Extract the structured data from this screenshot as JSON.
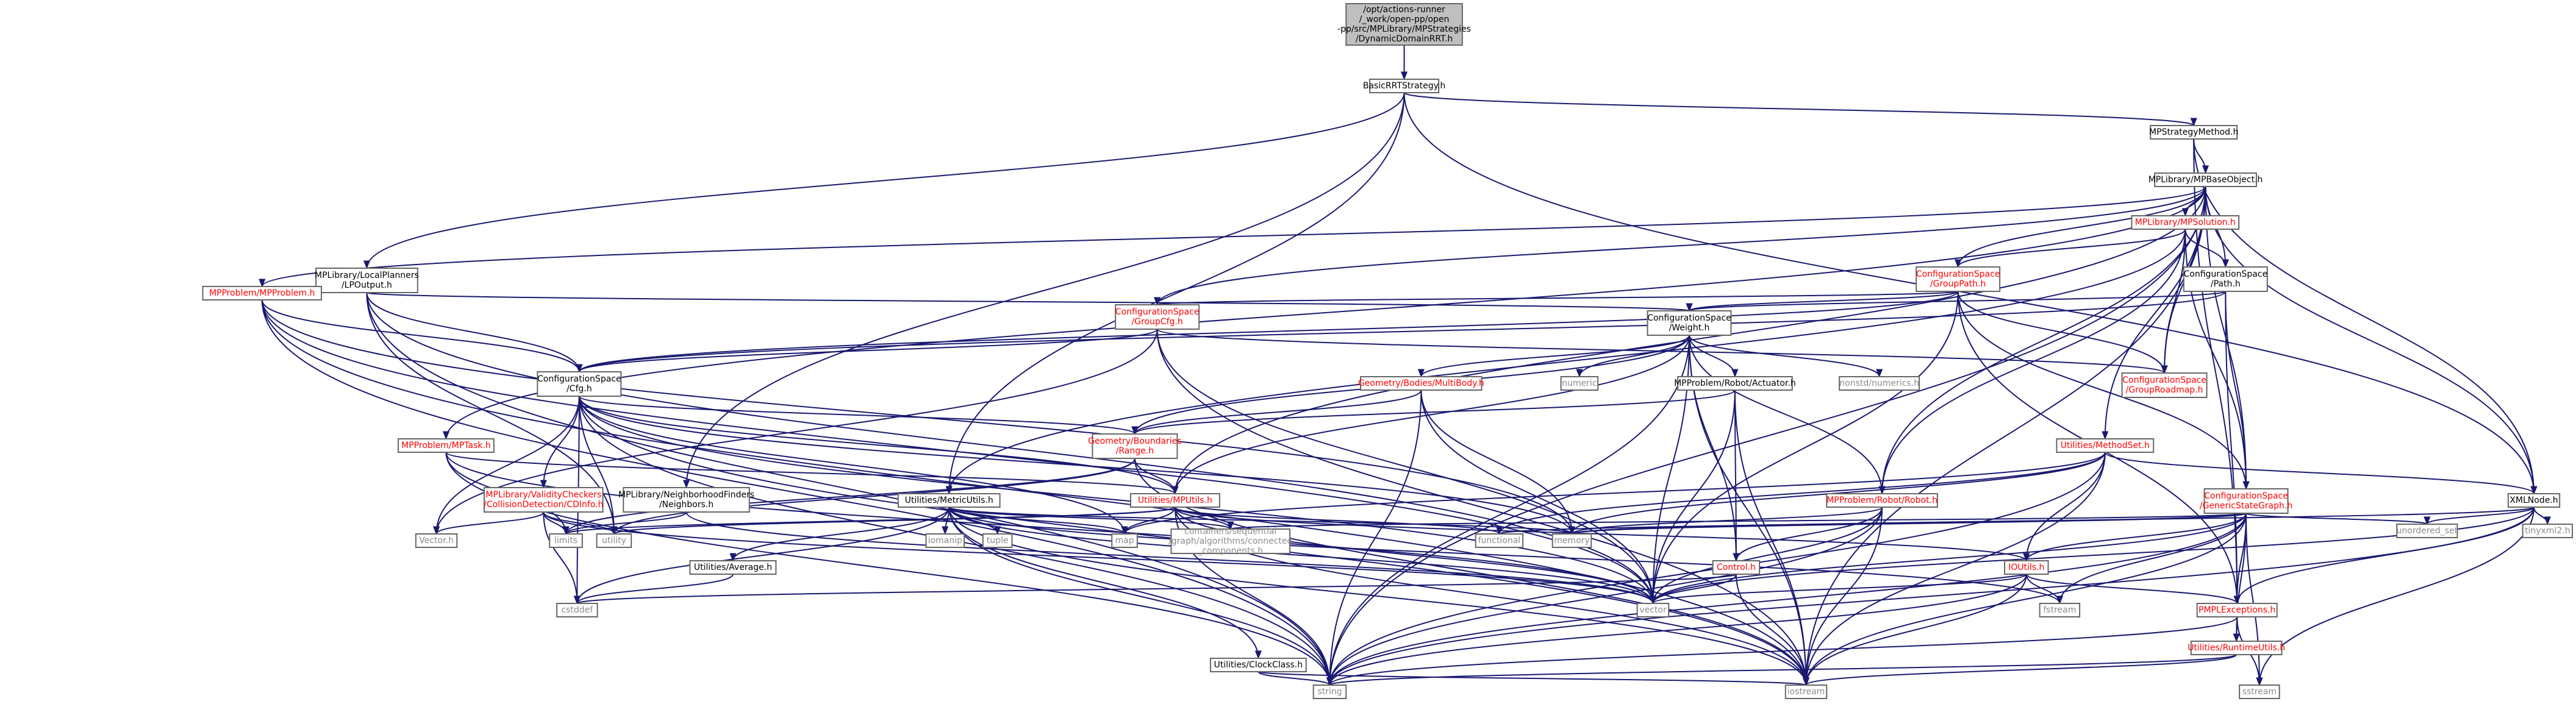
{
  "colors": {
    "edge": "#191970",
    "node_border": "#666666",
    "node_fill": "#ffffff",
    "root_fill": "#bfbfbf",
    "text_black": "#000000",
    "text_red": "#ff0000",
    "text_gray": "#8c8c8c"
  },
  "nodes": [
    {
      "id": "root",
      "lines": [
        "/opt/actions-runner",
        "/_work/open-pp/open",
        "-pp/src/MPLibrary/MPStrategies",
        "/DynamicDomainRRT.h"
      ],
      "style": "root"
    },
    {
      "id": "basic",
      "lines": [
        "BasicRRTStrategy.h"
      ],
      "style": "black"
    },
    {
      "id": "mpsm",
      "lines": [
        "MPStrategyMethod.h"
      ],
      "style": "black"
    },
    {
      "id": "mpbo",
      "lines": [
        "MPLibrary/MPBaseObject.h"
      ],
      "style": "black"
    },
    {
      "id": "lpout",
      "lines": [
        "MPLibrary/LocalPlanners",
        "/LPOutput.h"
      ],
      "style": "black"
    },
    {
      "id": "mpprob",
      "lines": [
        "MPProblem/MPProblem.h"
      ],
      "style": "red"
    },
    {
      "id": "mpsol",
      "lines": [
        "MPLibrary/MPSolution.h"
      ],
      "style": "red"
    },
    {
      "id": "grouppath",
      "lines": [
        "ConfigurationSpace",
        "/GroupPath.h"
      ],
      "style": "red"
    },
    {
      "id": "path",
      "lines": [
        "ConfigurationSpace",
        "/Path.h"
      ],
      "style": "black"
    },
    {
      "id": "groupcfg",
      "lines": [
        "ConfigurationSpace",
        "/GroupCfg.h"
      ],
      "style": "red"
    },
    {
      "id": "weight",
      "lines": [
        "ConfigurationSpace",
        "/Weight.h"
      ],
      "style": "black"
    },
    {
      "id": "cfg",
      "lines": [
        "ConfigurationSpace",
        "/Cfg.h"
      ],
      "style": "black"
    },
    {
      "id": "multibody",
      "lines": [
        "Geometry/Bodies/MultiBody.h"
      ],
      "style": "red"
    },
    {
      "id": "numeric",
      "lines": [
        "numeric"
      ],
      "style": "gray"
    },
    {
      "id": "actuator",
      "lines": [
        "MPProblem/Robot/Actuator.h"
      ],
      "style": "black"
    },
    {
      "id": "nonstd",
      "lines": [
        "nonstd/numerics.h"
      ],
      "style": "gray"
    },
    {
      "id": "grouproad",
      "lines": [
        "ConfigurationSpace",
        "/GroupRoadmap.h"
      ],
      "style": "red"
    },
    {
      "id": "mptask",
      "lines": [
        "MPProblem/MPTask.h"
      ],
      "style": "red"
    },
    {
      "id": "range",
      "lines": [
        "Geometry/Boundaries",
        "/Range.h"
      ],
      "style": "red"
    },
    {
      "id": "methodset",
      "lines": [
        "Utilities/MethodSet.h"
      ],
      "style": "red"
    },
    {
      "id": "xmlnode",
      "lines": [
        "XMLNode.h"
      ],
      "style": "black"
    },
    {
      "id": "validity",
      "lines": [
        "MPLibrary/ValidityCheckers",
        "/CollisionDetection/CDInfo.h"
      ],
      "style": "red"
    },
    {
      "id": "neighbors",
      "lines": [
        "MPLibrary/NeighborhoodFinders",
        "/Neighbors.h"
      ],
      "style": "black"
    },
    {
      "id": "metric",
      "lines": [
        "Utilities/MetricUtils.h"
      ],
      "style": "black"
    },
    {
      "id": "mputils",
      "lines": [
        "Utilities/MPUtils.h"
      ],
      "style": "red"
    },
    {
      "id": "robot",
      "lines": [
        "MPProblem/Robot/Robot.h"
      ],
      "style": "red"
    },
    {
      "id": "gsg",
      "lines": [
        "ConfigurationSpace",
        "/GenericStateGraph.h"
      ],
      "style": "red"
    },
    {
      "id": "unordered",
      "lines": [
        "unordered_set"
      ],
      "style": "gray"
    },
    {
      "id": "tinyxml",
      "lines": [
        "tinyxml2.h"
      ],
      "style": "gray"
    },
    {
      "id": "vector_n",
      "lines": [
        "Vector.h"
      ],
      "style": "gray"
    },
    {
      "id": "limits",
      "lines": [
        "limits"
      ],
      "style": "gray"
    },
    {
      "id": "utility",
      "lines": [
        "utility"
      ],
      "style": "gray"
    },
    {
      "id": "average",
      "lines": [
        "Utilities/Average.h"
      ],
      "style": "black"
    },
    {
      "id": "iomanip",
      "lines": [
        "iomanip"
      ],
      "style": "gray"
    },
    {
      "id": "tuple",
      "lines": [
        "tuple"
      ],
      "style": "gray"
    },
    {
      "id": "map",
      "lines": [
        "map"
      ],
      "style": "gray"
    },
    {
      "id": "connected",
      "lines": [
        "containers/sequential",
        "/graph/algorithms/connected",
        "_components.h"
      ],
      "style": "gray"
    },
    {
      "id": "functional",
      "lines": [
        "functional"
      ],
      "style": "gray"
    },
    {
      "id": "memory",
      "lines": [
        "memory"
      ],
      "style": "gray"
    },
    {
      "id": "control",
      "lines": [
        "Control.h"
      ],
      "style": "red"
    },
    {
      "id": "ioutils",
      "lines": [
        "IOUtils.h"
      ],
      "style": "red"
    },
    {
      "id": "cstddef",
      "lines": [
        "cstddef"
      ],
      "style": "gray"
    },
    {
      "id": "vector",
      "lines": [
        "vector"
      ],
      "style": "gray"
    },
    {
      "id": "fstream",
      "lines": [
        "fstream"
      ],
      "style": "gray"
    },
    {
      "id": "pmpl",
      "lines": [
        "PMPLExceptions.h"
      ],
      "style": "red"
    },
    {
      "id": "clock",
      "lines": [
        "Utilities/ClockClass.h"
      ],
      "style": "black"
    },
    {
      "id": "runtime",
      "lines": [
        "Utilities/RuntimeUtils.h"
      ],
      "style": "red"
    },
    {
      "id": "string",
      "lines": [
        "string"
      ],
      "style": "gray"
    },
    {
      "id": "iostream",
      "lines": [
        "iostream"
      ],
      "style": "gray"
    },
    {
      "id": "sstream",
      "lines": [
        "sstream"
      ],
      "style": "gray"
    }
  ],
  "edges": [
    [
      "root",
      "basic"
    ],
    [
      "basic",
      "mpsm"
    ],
    [
      "basic",
      "lpout"
    ],
    [
      "basic",
      "xmlnode"
    ],
    [
      "basic",
      "neighbors"
    ],
    [
      "basic",
      "metric"
    ],
    [
      "mpsm",
      "mpbo"
    ],
    [
      "mpsm",
      "xmlnode"
    ],
    [
      "mpsm",
      "pmpl"
    ],
    [
      "mpbo",
      "mpsol"
    ],
    [
      "mpbo",
      "mpprob"
    ],
    [
      "mpbo",
      "grouppath"
    ],
    [
      "mpbo",
      "path"
    ],
    [
      "mpbo",
      "groupcfg"
    ],
    [
      "mpbo",
      "grouproad"
    ],
    [
      "mpbo",
      "methodset"
    ],
    [
      "mpbo",
      "xmlnode"
    ],
    [
      "mpbo",
      "gsg"
    ],
    [
      "mpbo",
      "mptask"
    ],
    [
      "mpbo",
      "mputils"
    ],
    [
      "mpbo",
      "robot"
    ],
    [
      "mpbo",
      "string"
    ],
    [
      "mpbo",
      "iostream"
    ],
    [
      "lpout",
      "cfg"
    ],
    [
      "lpout",
      "weight"
    ],
    [
      "lpout",
      "string"
    ],
    [
      "lpout",
      "vector"
    ],
    [
      "lpout",
      "utility"
    ],
    [
      "mpprob",
      "cfg"
    ],
    [
      "mpprob",
      "string"
    ],
    [
      "mpprob",
      "memory"
    ],
    [
      "mpprob",
      "iostream"
    ],
    [
      "mpprob",
      "vector"
    ],
    [
      "mpsol",
      "grouppath"
    ],
    [
      "mpsol",
      "path"
    ],
    [
      "mpsol",
      "grouproad"
    ],
    [
      "mpsol",
      "gsg"
    ],
    [
      "mpsol",
      "metric"
    ],
    [
      "mpsol",
      "robot"
    ],
    [
      "grouppath",
      "weight"
    ],
    [
      "grouppath",
      "groupcfg"
    ],
    [
      "grouppath",
      "grouproad"
    ],
    [
      "grouppath",
      "gsg"
    ],
    [
      "grouppath",
      "pmpl"
    ],
    [
      "grouppath",
      "cfg"
    ],
    [
      "grouppath",
      "vector"
    ],
    [
      "path",
      "weight"
    ],
    [
      "path",
      "pmpl"
    ],
    [
      "path",
      "gsg"
    ],
    [
      "path",
      "cfg"
    ],
    [
      "groupcfg",
      "cfg"
    ],
    [
      "groupcfg",
      "grouproad"
    ],
    [
      "groupcfg",
      "vector_n"
    ],
    [
      "groupcfg",
      "iostream"
    ],
    [
      "groupcfg",
      "vector"
    ],
    [
      "weight",
      "multibody"
    ],
    [
      "weight",
      "numeric"
    ],
    [
      "weight",
      "actuator"
    ],
    [
      "weight",
      "nonstd"
    ],
    [
      "weight",
      "range"
    ],
    [
      "weight",
      "robot"
    ],
    [
      "weight",
      "mputils"
    ],
    [
      "weight",
      "control"
    ],
    [
      "weight",
      "vector"
    ],
    [
      "weight",
      "iostream"
    ],
    [
      "weight",
      "string"
    ],
    [
      "cfg",
      "validity"
    ],
    [
      "cfg",
      "range"
    ],
    [
      "cfg",
      "mputils"
    ],
    [
      "cfg",
      "vector_n"
    ],
    [
      "cfg",
      "map"
    ],
    [
      "cfg",
      "memory"
    ],
    [
      "cfg",
      "vector"
    ],
    [
      "cfg",
      "string"
    ],
    [
      "cfg",
      "iostream"
    ],
    [
      "cfg",
      "cstddef"
    ],
    [
      "cfg",
      "utility"
    ],
    [
      "multibody",
      "range"
    ],
    [
      "multibody",
      "memory"
    ],
    [
      "multibody",
      "vector"
    ],
    [
      "multibody",
      "string"
    ],
    [
      "actuator",
      "range"
    ],
    [
      "actuator",
      "control"
    ],
    [
      "actuator",
      "vector"
    ],
    [
      "actuator",
      "iostream"
    ],
    [
      "mptask",
      "mputils"
    ],
    [
      "mptask",
      "string"
    ],
    [
      "mptask",
      "vector"
    ],
    [
      "mptask",
      "limits"
    ],
    [
      "range",
      "mputils"
    ],
    [
      "range",
      "limits"
    ],
    [
      "range",
      "iostream"
    ],
    [
      "range",
      "utility"
    ],
    [
      "methodset",
      "xmlnode"
    ],
    [
      "methodset",
      "ioutils"
    ],
    [
      "methodset",
      "memory"
    ],
    [
      "methodset",
      "map"
    ],
    [
      "methodset",
      "iostream"
    ],
    [
      "methodset",
      "string"
    ],
    [
      "methodset",
      "functional"
    ],
    [
      "xmlnode",
      "unordered"
    ],
    [
      "xmlnode",
      "tinyxml"
    ],
    [
      "xmlnode",
      "pmpl"
    ],
    [
      "xmlnode",
      "vector"
    ],
    [
      "xmlnode",
      "string"
    ],
    [
      "xmlnode",
      "sstream"
    ],
    [
      "xmlnode",
      "memory"
    ],
    [
      "validity",
      "limits"
    ],
    [
      "validity",
      "utility"
    ],
    [
      "validity",
      "vector_n"
    ],
    [
      "validity",
      "vector"
    ],
    [
      "validity",
      "cstddef"
    ],
    [
      "neighbors",
      "limits"
    ],
    [
      "neighbors",
      "vector"
    ],
    [
      "metric",
      "average"
    ],
    [
      "metric",
      "iomanip"
    ],
    [
      "metric",
      "tuple"
    ],
    [
      "metric",
      "map"
    ],
    [
      "metric",
      "clock"
    ],
    [
      "metric",
      "string"
    ],
    [
      "metric",
      "vector"
    ],
    [
      "metric",
      "iostream"
    ],
    [
      "metric",
      "memory"
    ],
    [
      "metric",
      "fstream"
    ],
    [
      "metric",
      "cstddef"
    ],
    [
      "metric",
      "connected"
    ],
    [
      "mputils",
      "ioutils"
    ],
    [
      "mputils",
      "connected"
    ],
    [
      "mputils",
      "map"
    ],
    [
      "mputils",
      "functional"
    ],
    [
      "mputils",
      "limits"
    ],
    [
      "mputils",
      "vector"
    ],
    [
      "mputils",
      "string"
    ],
    [
      "mputils",
      "iostream"
    ],
    [
      "mputils",
      "utility"
    ],
    [
      "robot",
      "control"
    ],
    [
      "robot",
      "vector"
    ],
    [
      "robot",
      "string"
    ],
    [
      "robot",
      "iostream"
    ],
    [
      "robot",
      "memory"
    ],
    [
      "gsg",
      "unordered"
    ],
    [
      "gsg",
      "pmpl"
    ],
    [
      "gsg",
      "ioutils"
    ],
    [
      "gsg",
      "runtime"
    ],
    [
      "gsg",
      "connected"
    ],
    [
      "gsg",
      "functional"
    ],
    [
      "gsg",
      "memory"
    ],
    [
      "gsg",
      "vector"
    ],
    [
      "gsg",
      "fstream"
    ],
    [
      "gsg",
      "string"
    ],
    [
      "gsg",
      "iostream"
    ],
    [
      "gsg",
      "sstream"
    ],
    [
      "average",
      "cstddef"
    ],
    [
      "control",
      "vector"
    ],
    [
      "control",
      "iostream"
    ],
    [
      "control",
      "cstddef"
    ],
    [
      "ioutils",
      "pmpl"
    ],
    [
      "ioutils",
      "fstream"
    ],
    [
      "ioutils",
      "vector"
    ],
    [
      "ioutils",
      "iostream"
    ],
    [
      "ioutils",
      "string"
    ],
    [
      "pmpl",
      "runtime"
    ],
    [
      "pmpl",
      "string"
    ],
    [
      "pmpl",
      "sstream"
    ],
    [
      "runtime",
      "string"
    ],
    [
      "runtime",
      "iostream"
    ],
    [
      "clock",
      "string"
    ],
    [
      "clock",
      "iostream"
    ]
  ]
}
